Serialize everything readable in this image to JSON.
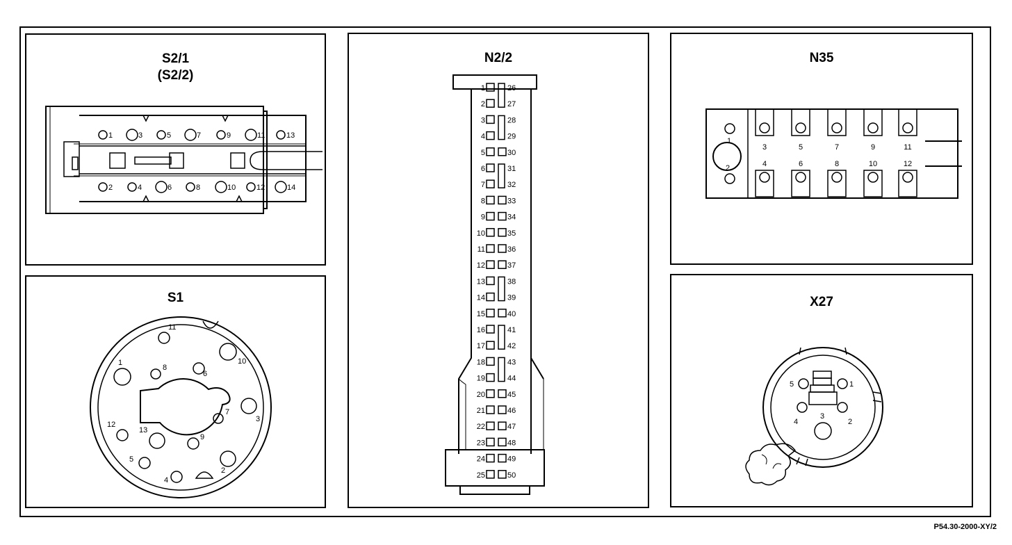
{
  "figure_ref": "P54.30-2000-XY/2",
  "connectors": {
    "s2_1": {
      "title": "S2/1",
      "subtitle": "(S2/2)",
      "pins_top": [
        "1",
        "3",
        "5",
        "7",
        "9",
        "11",
        "13"
      ],
      "pins_bottom": [
        "2",
        "4",
        "6",
        "8",
        "10",
        "12",
        "14"
      ]
    },
    "s1": {
      "title": "S1",
      "pins": [
        "1",
        "2",
        "3",
        "4",
        "5",
        "6",
        "7",
        "8",
        "9",
        "10",
        "11",
        "12",
        "13"
      ]
    },
    "n2_2": {
      "title": "N2/2",
      "pins_left": [
        "1",
        "2",
        "3",
        "4",
        "5",
        "6",
        "7",
        "8",
        "9",
        "10",
        "11",
        "12",
        "13",
        "14",
        "15",
        "16",
        "17",
        "18",
        "19",
        "20",
        "21",
        "22",
        "23",
        "24",
        "25"
      ],
      "pins_right": [
        "26",
        "27",
        "28",
        "29",
        "30",
        "31",
        "32",
        "33",
        "34",
        "35",
        "36",
        "37",
        "38",
        "39",
        "40",
        "41",
        "42",
        "43",
        "44",
        "45",
        "46",
        "47",
        "48",
        "49",
        "50"
      ]
    },
    "n35": {
      "title": "N35",
      "pins_left": [
        "1",
        "2"
      ],
      "pins_top": [
        "3",
        "5",
        "7",
        "9",
        "11"
      ],
      "pins_bottom": [
        "4",
        "6",
        "8",
        "10",
        "12"
      ]
    },
    "x27": {
      "title": "X27",
      "pins": [
        "1",
        "2",
        "3",
        "4",
        "5"
      ]
    }
  }
}
